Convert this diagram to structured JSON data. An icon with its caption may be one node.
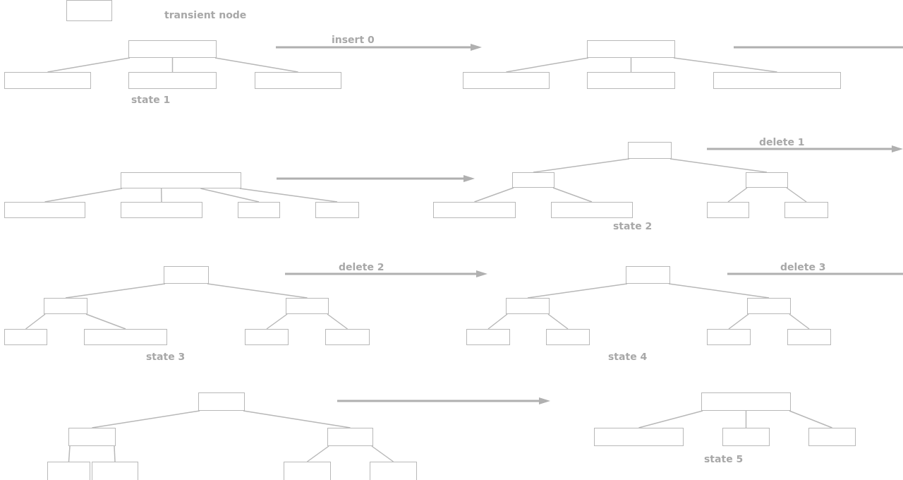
{
  "diagram": {
    "nodes": [
      {
        "text": [],
        "shape": "box"
      },
      {
        "text": [],
        "shape": "box"
      },
      {
        "text": [],
        "shape": "box"
      },
      {
        "text": [],
        "shape": "box"
      },
      {
        "text": [],
        "shape": "box"
      },
      {
        "text": [],
        "shape": "box"
      },
      {
        "text": [],
        "shape": "box"
      },
      {
        "text": [],
        "shape": "box"
      },
      {
        "text": [],
        "shape": "box"
      },
      {
        "text": [],
        "shape": "box"
      },
      {
        "text": [],
        "shape": "box"
      },
      {
        "text": [],
        "shape": "box"
      },
      {
        "text": [],
        "shape": "box"
      },
      {
        "text": [],
        "shape": "box"
      },
      {
        "text": [],
        "shape": "box"
      },
      {
        "text": [],
        "shape": "box"
      },
      {
        "text": [],
        "shape": "box"
      },
      {
        "text": [],
        "shape": "box"
      },
      {
        "text": [],
        "shape": "box"
      },
      {
        "text": [],
        "shape": "box"
      },
      {
        "text": [],
        "shape": "box"
      },
      {
        "text": [],
        "shape": "box"
      },
      {
        "text": [],
        "shape": "box"
      },
      {
        "text": [],
        "shape": "box"
      },
      {
        "text": [],
        "shape": "box"
      },
      {
        "text": [],
        "shape": "box"
      },
      {
        "text": [],
        "shape": "box"
      },
      {
        "text": [],
        "shape": "box"
      },
      {
        "text": [],
        "shape": "box"
      },
      {
        "text": [],
        "shape": "box"
      },
      {
        "text": [],
        "shape": "box"
      },
      {
        "text": [],
        "shape": "box"
      },
      {
        "text": [],
        "shape": "box"
      },
      {
        "text": [],
        "shape": "box"
      },
      {
        "text": [],
        "shape": "box"
      },
      {
        "text": [],
        "shape": "box"
      },
      {
        "text": [],
        "shape": "box"
      },
      {
        "text": [],
        "shape": "box"
      },
      {
        "text": [],
        "shape": "box"
      },
      {
        "text": [],
        "shape": "box"
      },
      {
        "text": [],
        "shape": "box"
      },
      {
        "text": [],
        "shape": "box"
      },
      {
        "text": [],
        "shape": "box"
      },
      {
        "text": [],
        "shape": "box"
      },
      {
        "text": [],
        "shape": "box"
      },
      {
        "text": [],
        "shape": "box"
      }
    ],
    "edges": [
      {
        "from": 1,
        "to": 2,
        "arrow": "none"
      },
      {
        "from": 1,
        "to": 3,
        "arrow": "none"
      },
      {
        "from": 1,
        "to": 4,
        "arrow": "none"
      },
      {
        "from": 5,
        "to": 6,
        "arrow": "none"
      },
      {
        "from": 5,
        "to": 7,
        "arrow": "none"
      },
      {
        "from": 5,
        "to": 8,
        "arrow": "none"
      },
      {
        "from": 9,
        "to": 10,
        "arrow": "none"
      },
      {
        "from": 9,
        "to": 11,
        "arrow": "none"
      },
      {
        "from": 9,
        "to": 12,
        "arrow": "none"
      },
      {
        "from": 9,
        "to": 13,
        "arrow": "none"
      },
      {
        "from": 14,
        "to": 15,
        "arrow": "none"
      },
      {
        "from": 14,
        "to": 16,
        "arrow": "none"
      },
      {
        "from": 15,
        "to": 17,
        "arrow": "none"
      },
      {
        "from": 15,
        "to": 18,
        "arrow": "none"
      },
      {
        "from": 16,
        "to": 19,
        "arrow": "none"
      },
      {
        "from": 16,
        "to": 20,
        "arrow": "none"
      },
      {
        "from": 21,
        "to": 22,
        "arrow": "none"
      },
      {
        "from": 21,
        "to": 23,
        "arrow": "none"
      },
      {
        "from": 22,
        "to": 24,
        "arrow": "none"
      },
      {
        "from": 22,
        "to": 25,
        "arrow": "none"
      },
      {
        "from": 23,
        "to": 26,
        "arrow": "none"
      },
      {
        "from": 23,
        "to": 27,
        "arrow": "none"
      },
      {
        "from": 28,
        "to": 29,
        "arrow": "none"
      },
      {
        "from": 28,
        "to": 30,
        "arrow": "none"
      },
      {
        "from": 29,
        "to": 31,
        "arrow": "none"
      },
      {
        "from": 29,
        "to": 32,
        "arrow": "none"
      },
      {
        "from": 30,
        "to": 33,
        "arrow": "none"
      },
      {
        "from": 30,
        "to": 34,
        "arrow": "none"
      },
      {
        "from": 35,
        "to": 36,
        "arrow": "none"
      },
      {
        "from": 35,
        "to": 37,
        "arrow": "none"
      },
      {
        "from": 36,
        "to": 38,
        "arrow": "none"
      },
      {
        "from": 36,
        "to": 39,
        "arrow": "none"
      },
      {
        "from": 37,
        "to": 40,
        "arrow": "none"
      },
      {
        "from": 37,
        "to": 41,
        "arrow": "none"
      },
      {
        "from": 42,
        "to": 43,
        "arrow": "none"
      },
      {
        "from": 42,
        "to": 44,
        "arrow": "none"
      },
      {
        "from": 42,
        "to": 45,
        "arrow": "none"
      }
    ],
    "labels": [
      "transient node",
      "insert 0",
      "state 1",
      "delete 1",
      "state 2",
      "delete 2",
      "delete 3",
      "state 3",
      "state 4",
      "state 5"
    ]
  }
}
